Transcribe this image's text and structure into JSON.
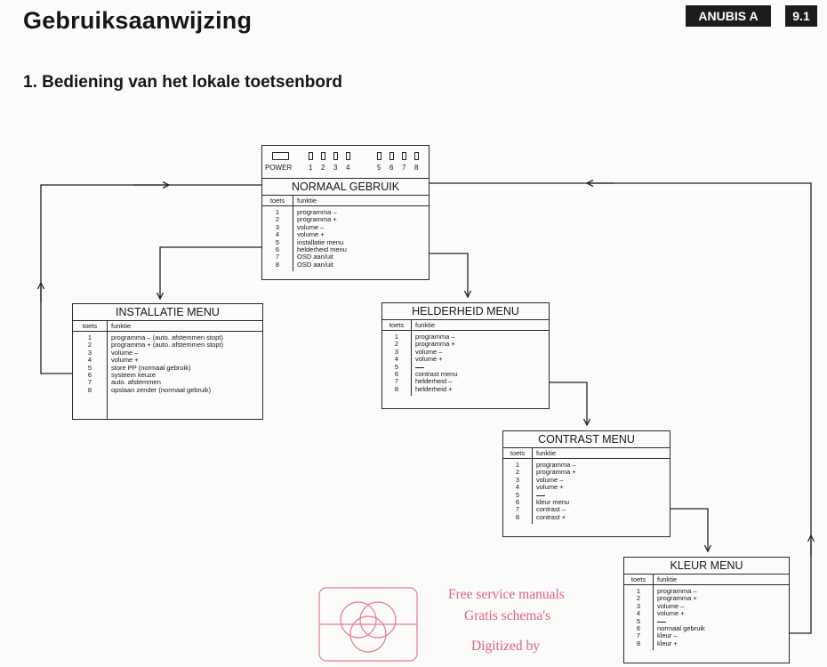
{
  "header": {
    "title": "Gebruiksaanwijzing",
    "model": "ANUBIS A",
    "page": "9.1"
  },
  "section": {
    "title": "1.  Bediening van het lokale toetsenbord"
  },
  "column_headers": {
    "key": "toets",
    "function": "funktie"
  },
  "panel": {
    "power_label": "POWER",
    "left_keys": [
      "1",
      "2",
      "3",
      "4"
    ],
    "right_keys": [
      "5",
      "6",
      "7",
      "8"
    ]
  },
  "menus": {
    "normaal": {
      "title": "NORMAAL GEBRUIK",
      "rows": [
        {
          "key": "1",
          "func": "programma –"
        },
        {
          "key": "2",
          "func": "programma +"
        },
        {
          "key": "3",
          "func": "volume –"
        },
        {
          "key": "4",
          "func": "volume +"
        },
        {
          "key": "5",
          "func": "installatie menu"
        },
        {
          "key": "6",
          "func": "helderheid menu"
        },
        {
          "key": "7",
          "func": "OSD aan/uit"
        },
        {
          "key": "8",
          "func": "OSD aan/uit"
        }
      ]
    },
    "installatie": {
      "title": "INSTALLATIE MENU",
      "rows": [
        {
          "key": "1",
          "func": "programma – (auto. afstemmen stopt)"
        },
        {
          "key": "2",
          "func": "programma + (auto. afstemmen stopt)"
        },
        {
          "key": "3",
          "func": "volume –"
        },
        {
          "key": "4",
          "func": "volume +"
        },
        {
          "key": "5",
          "func": "store PP (normaal gebruik)"
        },
        {
          "key": "6",
          "func": "systeem keuze"
        },
        {
          "key": "7",
          "func": "auto. afstemmen"
        },
        {
          "key": "8",
          "func": "opslaan zender (normaal gebruik)"
        }
      ]
    },
    "helderheid": {
      "title": "HELDERHEID MENU",
      "rows": [
        {
          "key": "1",
          "func": "programma –"
        },
        {
          "key": "2",
          "func": "programma +"
        },
        {
          "key": "3",
          "func": "volume –"
        },
        {
          "key": "4",
          "func": "volume +"
        },
        {
          "key": "5",
          "func": "—"
        },
        {
          "key": "6",
          "func": "contrast menu"
        },
        {
          "key": "7",
          "func": "helderheid –"
        },
        {
          "key": "8",
          "func": "helderheid +"
        }
      ]
    },
    "contrast": {
      "title": "CONTRAST MENU",
      "rows": [
        {
          "key": "1",
          "func": "programma –"
        },
        {
          "key": "2",
          "func": "programma +"
        },
        {
          "key": "3",
          "func": "volume –"
        },
        {
          "key": "4",
          "func": "volume +"
        },
        {
          "key": "5",
          "func": "—"
        },
        {
          "key": "6",
          "func": "kleur menu"
        },
        {
          "key": "7",
          "func": "contrast –"
        },
        {
          "key": "8",
          "func": "contrast +"
        }
      ]
    },
    "kleur": {
      "title": "KLEUR MENU",
      "rows": [
        {
          "key": "1",
          "func": "programma –"
        },
        {
          "key": "2",
          "func": "programma +"
        },
        {
          "key": "3",
          "func": "volume –"
        },
        {
          "key": "4",
          "func": "volume +"
        },
        {
          "key": "5",
          "func": "—"
        },
        {
          "key": "6",
          "func": "normaal gebruik"
        },
        {
          "key": "7",
          "func": "kleur –"
        },
        {
          "key": "8",
          "func": "kleur +"
        }
      ]
    }
  },
  "watermark": {
    "line1": "Free service manuals",
    "line2": "Gratis schema's",
    "line3": "Digitized by"
  }
}
